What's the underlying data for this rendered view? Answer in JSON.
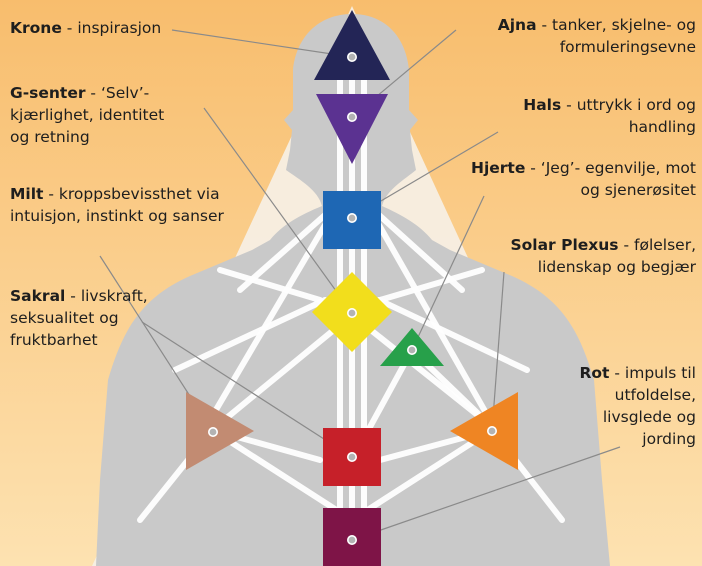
{
  "colors": {
    "bg_top": "#f8bd6d",
    "bg_bottom": "#fde2b1",
    "body": "#c9c9c9",
    "channel": "#ffffff",
    "leader": "#8a8a8a"
  },
  "centers": [
    {
      "id": "krone",
      "name": "Krone",
      "desc": "inspirasjon",
      "color": "#232556",
      "icon": "triangle-up"
    },
    {
      "id": "ajna",
      "name": "Ajna",
      "desc": "tanker, skjelne- og formuleringsevne",
      "color": "#5b3291",
      "icon": "triangle-down"
    },
    {
      "id": "hals",
      "name": "Hals",
      "desc": "uttrykk i ord og handling",
      "color": "#1e67b4",
      "icon": "square"
    },
    {
      "id": "g-senter",
      "name": "G-senter",
      "desc": "‘Selv’-kjærlighet, identitet og retning",
      "color": "#f2de1c",
      "icon": "diamond"
    },
    {
      "id": "hjerte",
      "name": "Hjerte",
      "desc": "‘Jeg’- egenvilje, mot og sjenerøsitet",
      "color": "#27a04a",
      "icon": "triangle-small"
    },
    {
      "id": "milt",
      "name": "Milt",
      "desc": "kroppsbevissthet via intuisjon, instinkt og sanser",
      "color": "#c28b72",
      "icon": "triangle-right"
    },
    {
      "id": "solar-plexus",
      "name": "Solar Plexus",
      "desc": "følelser, lidenskap og begjær",
      "color": "#ef8523",
      "icon": "triangle-left"
    },
    {
      "id": "sakral",
      "name": "Sakral",
      "desc": "livskraft, seksualitet og fruktbarhet",
      "color": "#c62029",
      "icon": "square"
    },
    {
      "id": "rot",
      "name": "Rot",
      "desc": "impuls til utfoldelse, livsglede og jording",
      "color": "#7e1447",
      "icon": "square"
    }
  ]
}
